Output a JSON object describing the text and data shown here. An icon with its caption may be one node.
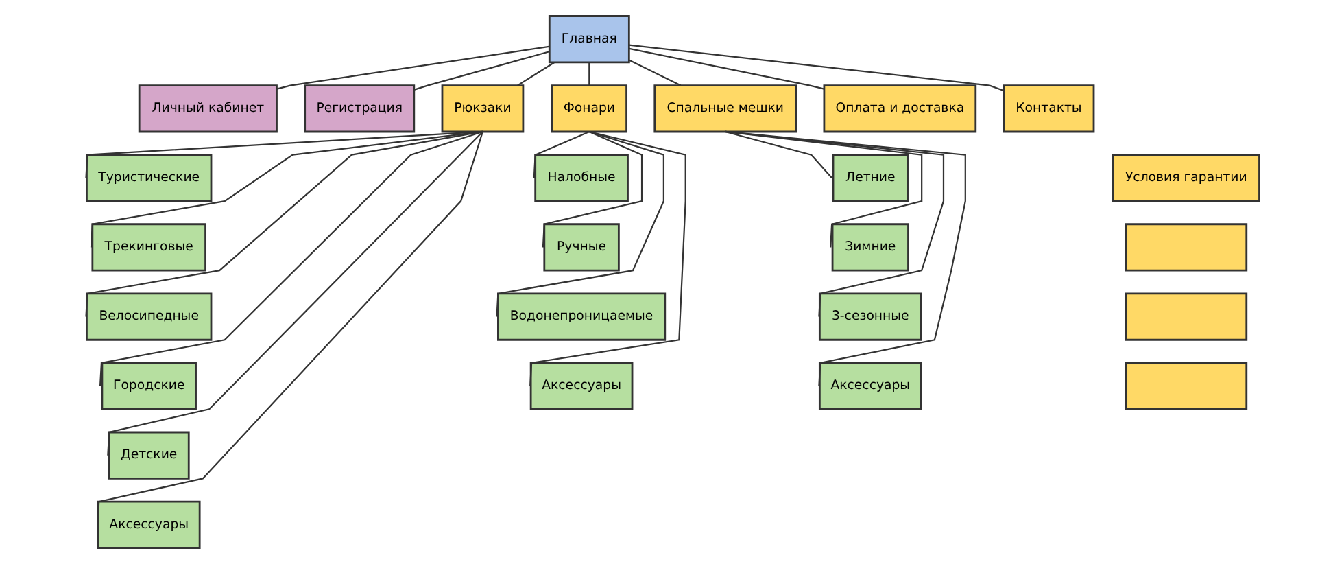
{
  "diagram": {
    "nodes": [
      {
        "text": [
          "Главная"
        ]
      },
      {
        "text": [
          "Личный кабинет"
        ]
      },
      {
        "text": [
          "Регистрация"
        ]
      },
      {
        "text": [
          "Рюкзаки"
        ]
      },
      {
        "text": [
          "Туристические"
        ]
      },
      {
        "text": [
          "Трекинговые"
        ]
      },
      {
        "text": [
          "Велосипедные"
        ]
      },
      {
        "text": [
          "Городские"
        ]
      },
      {
        "text": [
          "Детские"
        ]
      },
      {
        "text": [
          "Аксессуары"
        ]
      },
      {
        "text": [
          "Фонари"
        ]
      },
      {
        "text": [
          "Налобные"
        ]
      },
      {
        "text": [
          "Ручные"
        ]
      },
      {
        "text": [
          "Водонепроницаемые"
        ]
      },
      {
        "text": [
          "Аксессуары"
        ]
      },
      {
        "text": [
          "Спальные мешки"
        ]
      },
      {
        "text": [
          "Летние"
        ]
      },
      {
        "text": [
          "Зимние"
        ]
      },
      {
        "text": [
          "3-сезонные"
        ]
      },
      {
        "text": [
          "Аксессуары"
        ]
      },
      {
        "text": [
          "Оплата и доставка"
        ]
      },
      {
        "text": [
          "Условия гарантии"
        ]
      },
      {
        "text": [],
        "shape": "box"
      },
      {
        "text": [],
        "shape": "box"
      },
      {
        "text": [],
        "shape": "box"
      },
      {
        "text": [
          "Контакты"
        ]
      }
    ],
    "edges": [
      {
        "from": 0,
        "to": 1,
        "arrow": "none"
      },
      {
        "from": 0,
        "to": 2,
        "arrow": "none"
      },
      {
        "from": 0,
        "to": 3,
        "arrow": "none"
      },
      {
        "from": 0,
        "to": 10,
        "arrow": "none"
      },
      {
        "from": 0,
        "to": 15,
        "arrow": "none"
      },
      {
        "from": 0,
        "to": 20,
        "arrow": "none"
      },
      {
        "from": 0,
        "to": 25,
        "arrow": "none"
      },
      {
        "from": 3,
        "to": 4,
        "arrow": "none"
      },
      {
        "from": 3,
        "to": 5,
        "arrow": "none"
      },
      {
        "from": 3,
        "to": 6,
        "arrow": "none"
      },
      {
        "from": 3,
        "to": 7,
        "arrow": "none"
      },
      {
        "from": 3,
        "to": 8,
        "arrow": "none"
      },
      {
        "from": 3,
        "to": 9,
        "arrow": "none"
      },
      {
        "from": 10,
        "to": 11,
        "arrow": "none"
      },
      {
        "from": 10,
        "to": 12,
        "arrow": "none"
      },
      {
        "from": 10,
        "to": 13,
        "arrow": "none"
      },
      {
        "from": 10,
        "to": 14,
        "arrow": "none"
      },
      {
        "from": 15,
        "to": 16,
        "arrow": "none"
      },
      {
        "from": 15,
        "to": 17,
        "arrow": "none"
      },
      {
        "from": 15,
        "to": 18,
        "arrow": "none"
      },
      {
        "from": 15,
        "to": 19,
        "arrow": "none"
      }
    ]
  }
}
